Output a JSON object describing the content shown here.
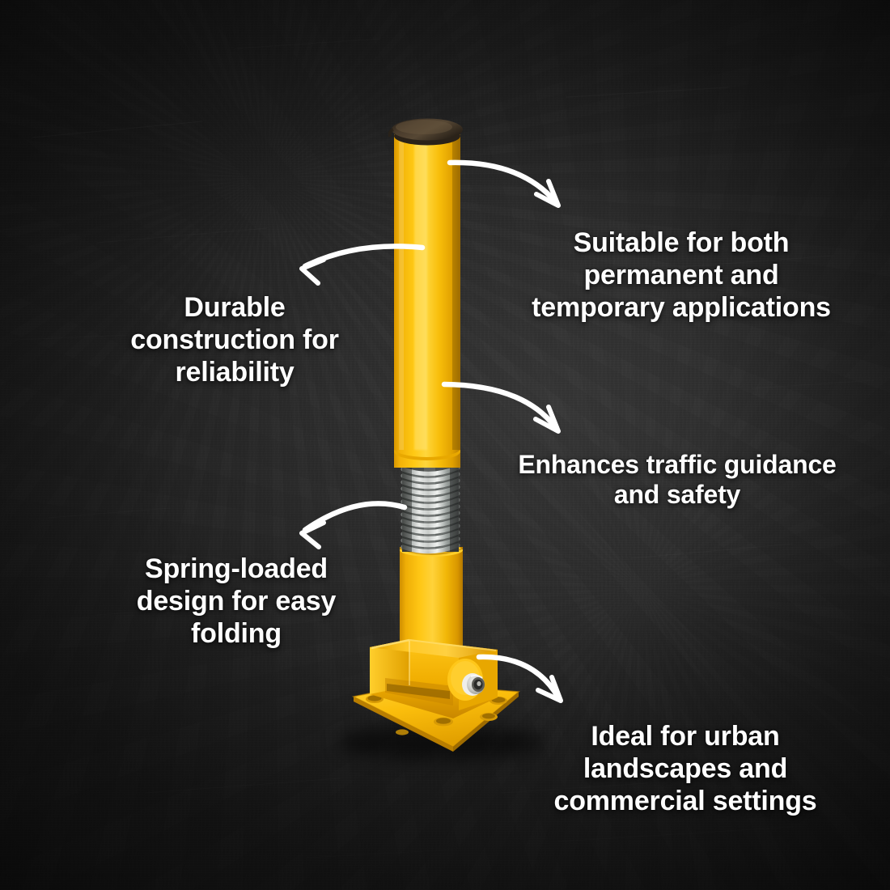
{
  "image": {
    "subject": "retractable spring-loaded folding security bollard",
    "background_color": "#2b2b2b",
    "accent_color": "#F5B800",
    "text_color": "#ffffff"
  },
  "product": {
    "cap_label": "bollard-cap",
    "cap_color": "#3a3026",
    "tube_color": "#F6B700",
    "tube_highlight": "#FFD94A",
    "tube_shadow": "#D18F00",
    "spring_color": "#c9cbc8",
    "base_color": "#F3B300",
    "lock_color": "#d9d9d4"
  },
  "callouts": [
    {
      "id": "suitable",
      "text": "Suitable for both\npermanent and\ntemporary applications",
      "side": "right",
      "arrow": "arrow-top-right"
    },
    {
      "id": "durable",
      "text": "Durable\nconstruction for\nreliability",
      "side": "left",
      "arrow": "arrow-upper-left"
    },
    {
      "id": "traffic",
      "text": "Enhances traffic guidance\nand safety",
      "side": "right",
      "arrow": "arrow-mid-right"
    },
    {
      "id": "spring",
      "text": "Spring-loaded\ndesign for easy\nfolding",
      "side": "left",
      "arrow": "arrow-lower-left"
    },
    {
      "id": "urban",
      "text": "Ideal for urban\nlandscapes and\ncommercial settings",
      "side": "right",
      "arrow": "arrow-bottom-right"
    }
  ]
}
